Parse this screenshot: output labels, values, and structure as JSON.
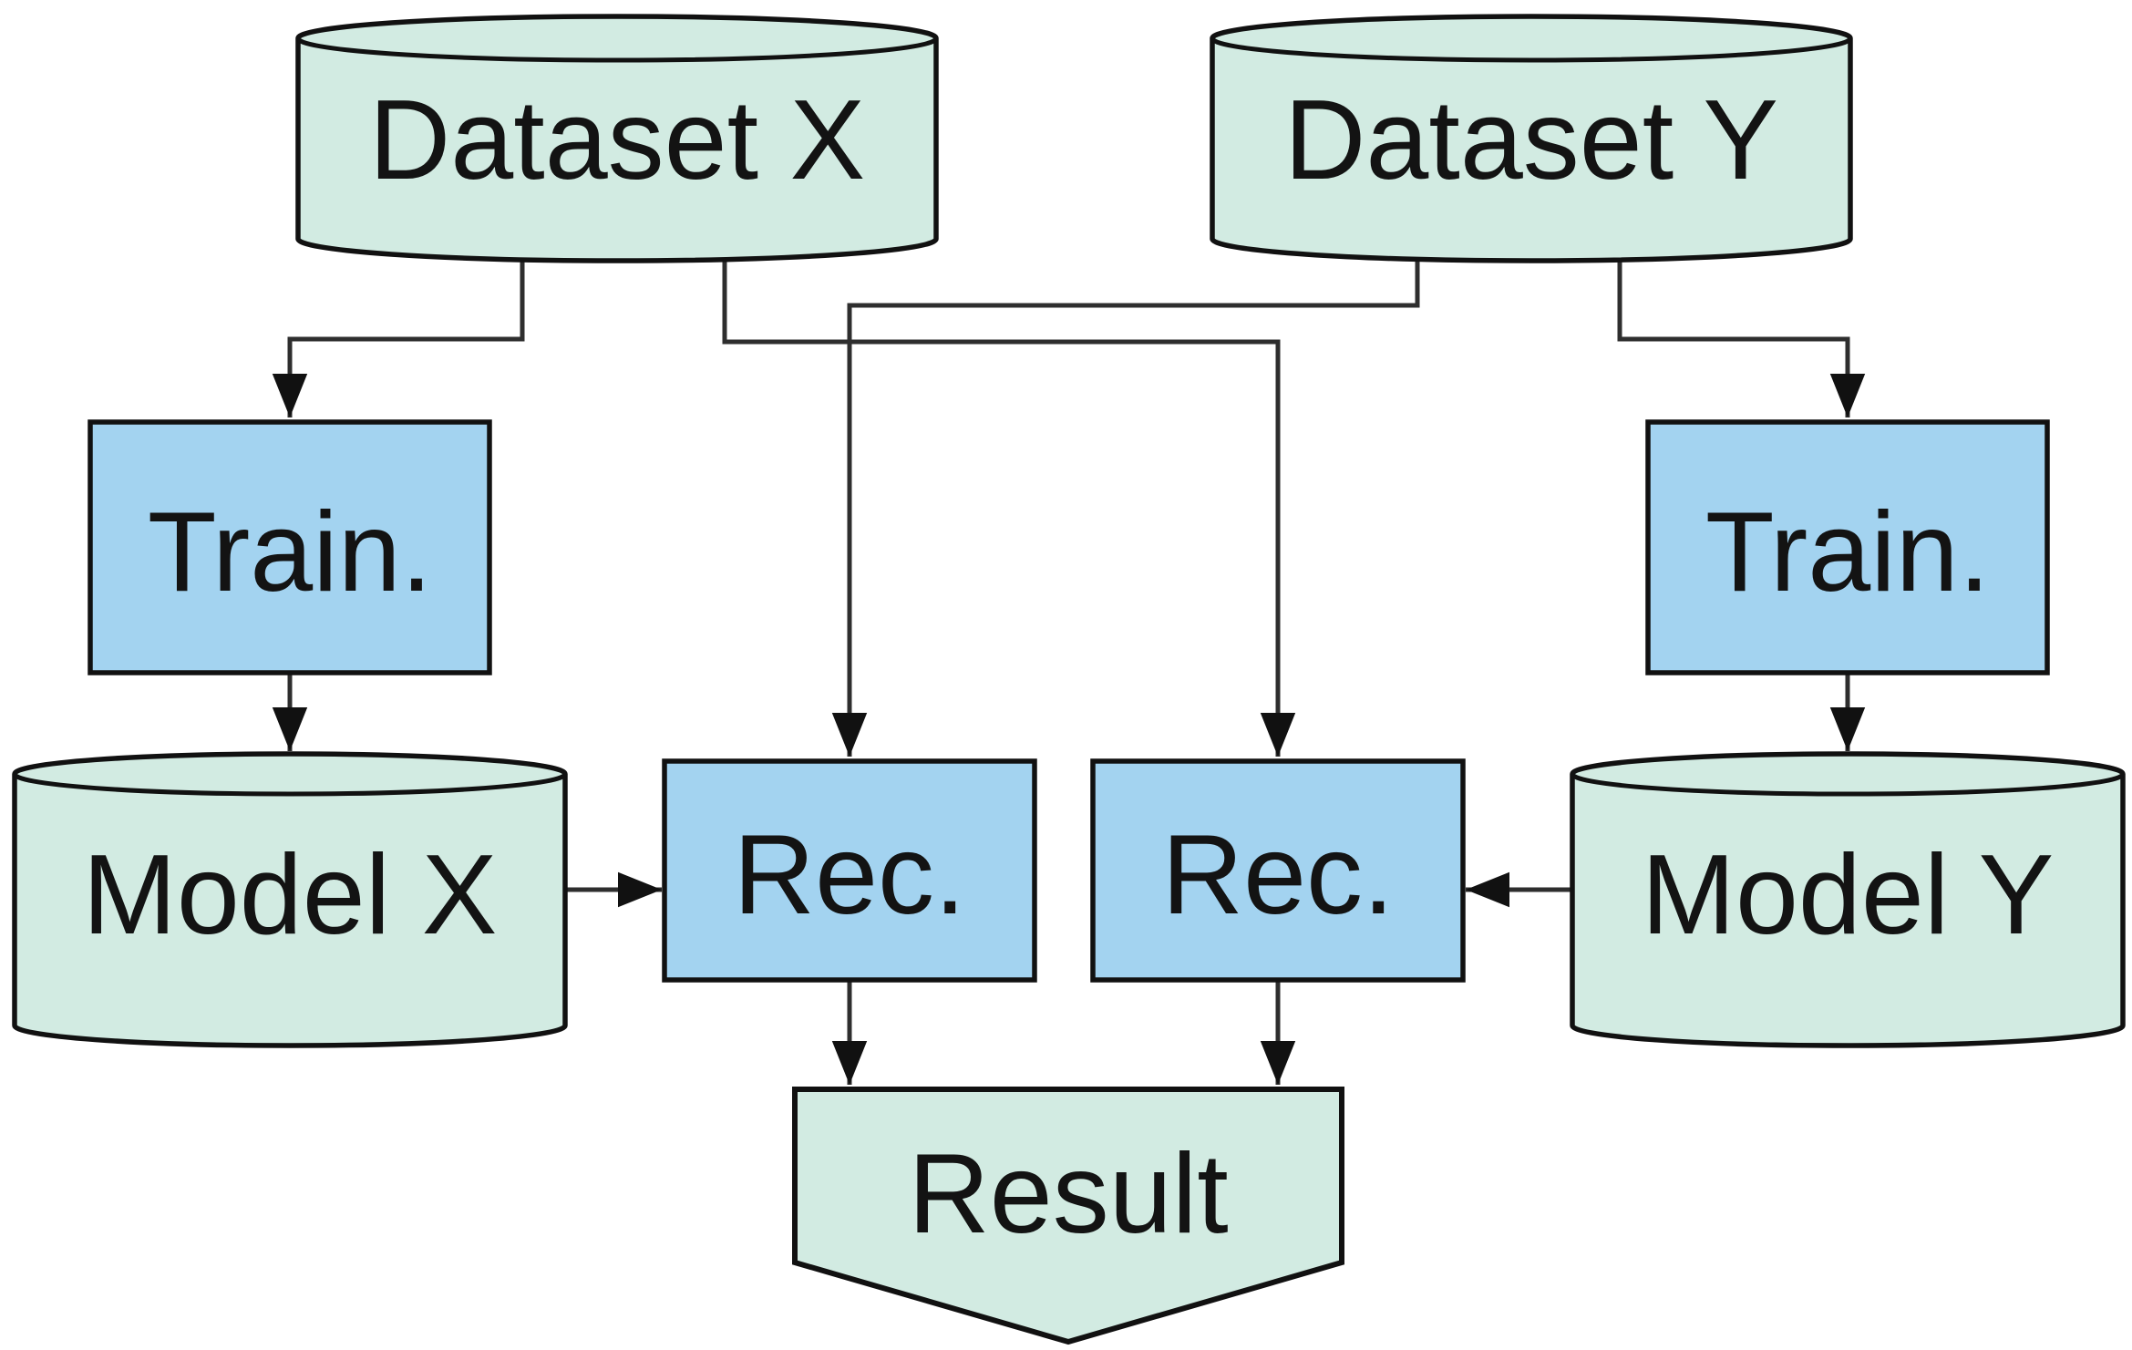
{
  "diagram": {
    "background_color": "#ffffff",
    "colors": {
      "datastore_fill": "#d2ebe2",
      "process_fill": "#a3d3f0",
      "outline": "#111111",
      "connector": "#2e2e2e",
      "text": "#131313"
    },
    "nodes": {
      "dataset_x": {
        "label": "Dataset X",
        "shape": "cylinder"
      },
      "dataset_y": {
        "label": "Dataset Y",
        "shape": "cylinder"
      },
      "train_left": {
        "label": "Train.",
        "shape": "rect"
      },
      "train_right": {
        "label": "Train.",
        "shape": "rect"
      },
      "model_x": {
        "label": "Model X",
        "shape": "cylinder"
      },
      "model_y": {
        "label": "Model Y",
        "shape": "cylinder"
      },
      "rec_left": {
        "label": "Rec.",
        "shape": "rect"
      },
      "rec_right": {
        "label": "Rec.",
        "shape": "rect"
      },
      "result": {
        "label": "Result",
        "shape": "pentagon-down"
      }
    },
    "edges": [
      {
        "from": "dataset_x",
        "to": "train_left"
      },
      {
        "from": "dataset_x",
        "to": "rec_right"
      },
      {
        "from": "dataset_y",
        "to": "rec_left"
      },
      {
        "from": "dataset_y",
        "to": "train_right"
      },
      {
        "from": "train_left",
        "to": "model_x"
      },
      {
        "from": "train_right",
        "to": "model_y"
      },
      {
        "from": "model_x",
        "to": "rec_left"
      },
      {
        "from": "model_y",
        "to": "rec_right"
      },
      {
        "from": "rec_left",
        "to": "result"
      },
      {
        "from": "rec_right",
        "to": "result"
      }
    ]
  }
}
